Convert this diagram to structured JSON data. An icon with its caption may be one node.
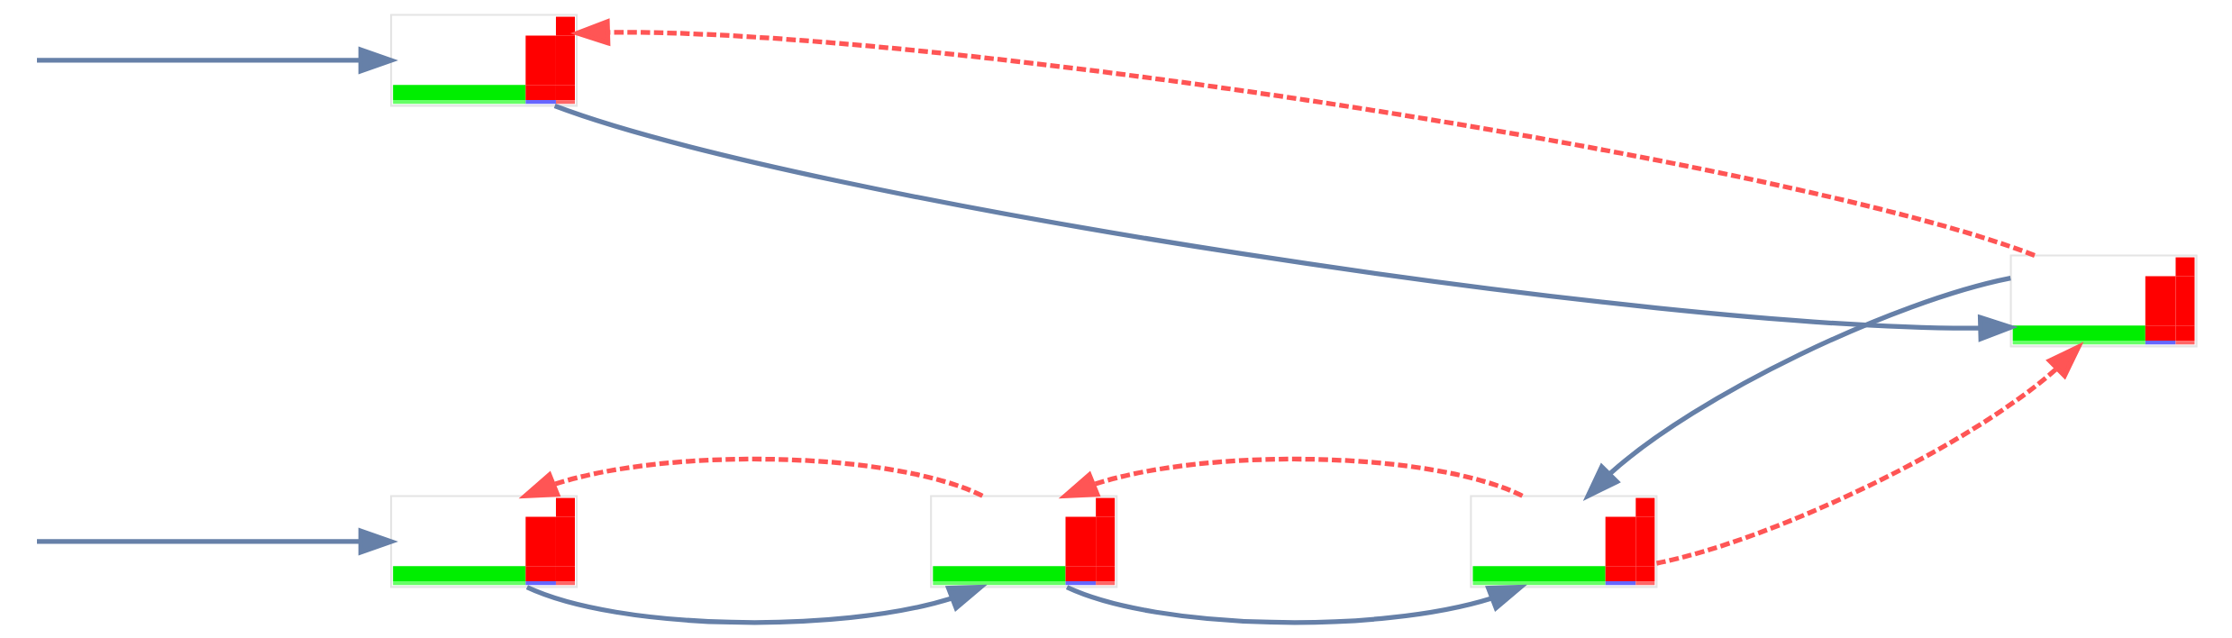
{
  "diagram": {
    "nodes": [
      {
        "text": [],
        "shape": "picture"
      },
      {
        "text": [],
        "shape": "picture"
      },
      {
        "text": [],
        "shape": "picture"
      },
      {
        "text": [],
        "shape": "picture"
      },
      {
        "text": [],
        "shape": "picture"
      }
    ],
    "edges": [
      {
        "from": null,
        "to": 0,
        "arrow": "to"
      },
      {
        "from": 0,
        "to": 1,
        "arrow": "to"
      },
      {
        "from": 1,
        "to": 0,
        "arrow": "to",
        "style": "dashed",
        "color": "#ff5555"
      },
      {
        "from": 1,
        "to": 2,
        "arrow": "to"
      },
      {
        "from": 2,
        "to": 1,
        "arrow": "to",
        "style": "dashed",
        "color": "#ff5555"
      },
      {
        "from": null,
        "to": 3,
        "arrow": "to"
      },
      {
        "from": 3,
        "to": 4,
        "arrow": "to"
      },
      {
        "from": 4,
        "to": 3,
        "arrow": "to",
        "style": "dashed",
        "color": "#ff5555"
      },
      {
        "from": 4,
        "to": 2,
        "arrow": "to"
      },
      {
        "from": 2,
        "to": 4,
        "arrow": "to",
        "style": "dashed",
        "color": "#ff5555"
      }
    ]
  }
}
